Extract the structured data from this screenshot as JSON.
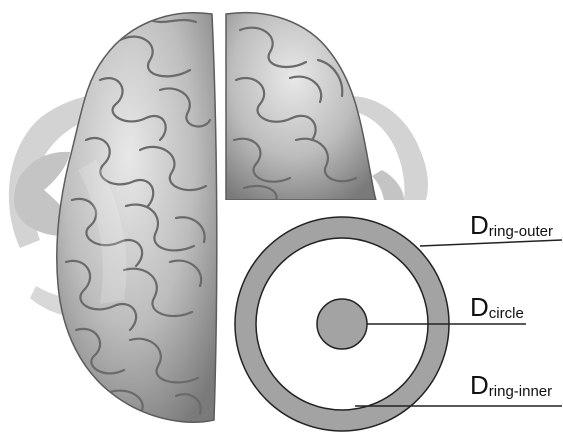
{
  "diagram": {
    "labels": [
      {
        "main": "D",
        "sub": "ring-outer"
      },
      {
        "main": "D",
        "sub": "circle"
      },
      {
        "main": "D",
        "sub": "ring-inner"
      }
    ],
    "colors": {
      "background": "#ffffff",
      "brain_surface": "#b9b9b9",
      "brain_dark": "#6e6e6e",
      "brain_light": "#e6e6e6",
      "coil_halo": "#d3d3d3",
      "ring_fill": "#a3a3a3",
      "inner_fill": "#ffffff",
      "center_dot": "#a3a3a3",
      "stroke": "#222222"
    },
    "icons": [
      "brain-illustration",
      "tms-coil-halo",
      "ring-electrode-schematic"
    ]
  }
}
